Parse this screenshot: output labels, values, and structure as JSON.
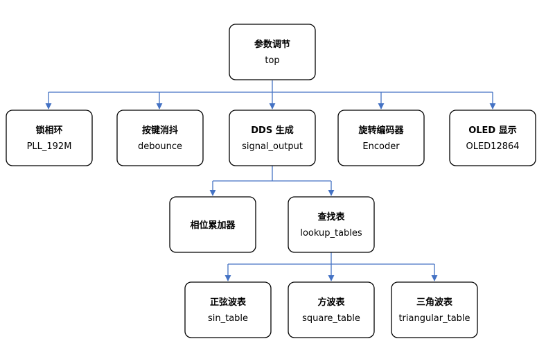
{
  "nodes": {
    "top": {
      "title": "参数调节",
      "subtitle": "top"
    },
    "pll": {
      "title": "锁相环",
      "subtitle": "PLL_192M"
    },
    "debounce": {
      "title": "按键消抖",
      "subtitle": "debounce"
    },
    "dds": {
      "title": "DDS 生成",
      "subtitle": "signal_output"
    },
    "encoder": {
      "title": "旋转编码器",
      "subtitle": "Encoder"
    },
    "oled": {
      "title": "OLED 显示",
      "subtitle": "OLED12864"
    },
    "phase_acc": {
      "title": "相位累加器",
      "subtitle": ""
    },
    "lookup": {
      "title": "查找表",
      "subtitle": "lookup_tables"
    },
    "sin": {
      "title": "正弦波表",
      "subtitle": "sin_table"
    },
    "square": {
      "title": "方波表",
      "subtitle": "square_table"
    },
    "triangular": {
      "title": "三角波表",
      "subtitle": "triangular_table"
    }
  },
  "edges": [
    [
      "top",
      "pll"
    ],
    [
      "top",
      "debounce"
    ],
    [
      "top",
      "dds"
    ],
    [
      "top",
      "encoder"
    ],
    [
      "top",
      "oled"
    ],
    [
      "dds",
      "phase_acc"
    ],
    [
      "dds",
      "lookup"
    ],
    [
      "lookup",
      "sin"
    ],
    [
      "lookup",
      "square"
    ],
    [
      "lookup",
      "triangular"
    ]
  ],
  "colors": {
    "edge": "#4472c4",
    "box_stroke": "#000000",
    "text": "#000000"
  }
}
